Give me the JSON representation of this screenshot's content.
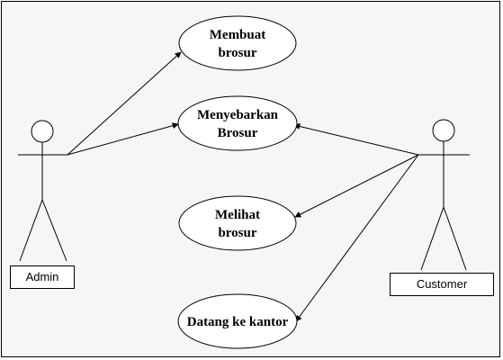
{
  "actors": {
    "admin": "Admin",
    "customer": "Customer"
  },
  "use_cases": [
    {
      "id": "membuat-brosur",
      "lines": [
        "Membuat",
        "brosur"
      ]
    },
    {
      "id": "menyebarkan-brosur",
      "lines": [
        "Menyebarkan",
        "Brosur"
      ]
    },
    {
      "id": "melihat-brosur",
      "lines": [
        "Melihat",
        "brosur"
      ]
    },
    {
      "id": "datang-ke-kantor",
      "lines": [
        "Datang ke kantor"
      ]
    }
  ],
  "associations": [
    {
      "actor": "admin",
      "use_case": "membuat-brosur"
    },
    {
      "actor": "admin",
      "use_case": "menyebarkan-brosur"
    },
    {
      "actor": "customer",
      "use_case": "menyebarkan-brosur"
    },
    {
      "actor": "customer",
      "use_case": "melihat-brosur"
    },
    {
      "actor": "customer",
      "use_case": "datang-ke-kantor"
    }
  ]
}
